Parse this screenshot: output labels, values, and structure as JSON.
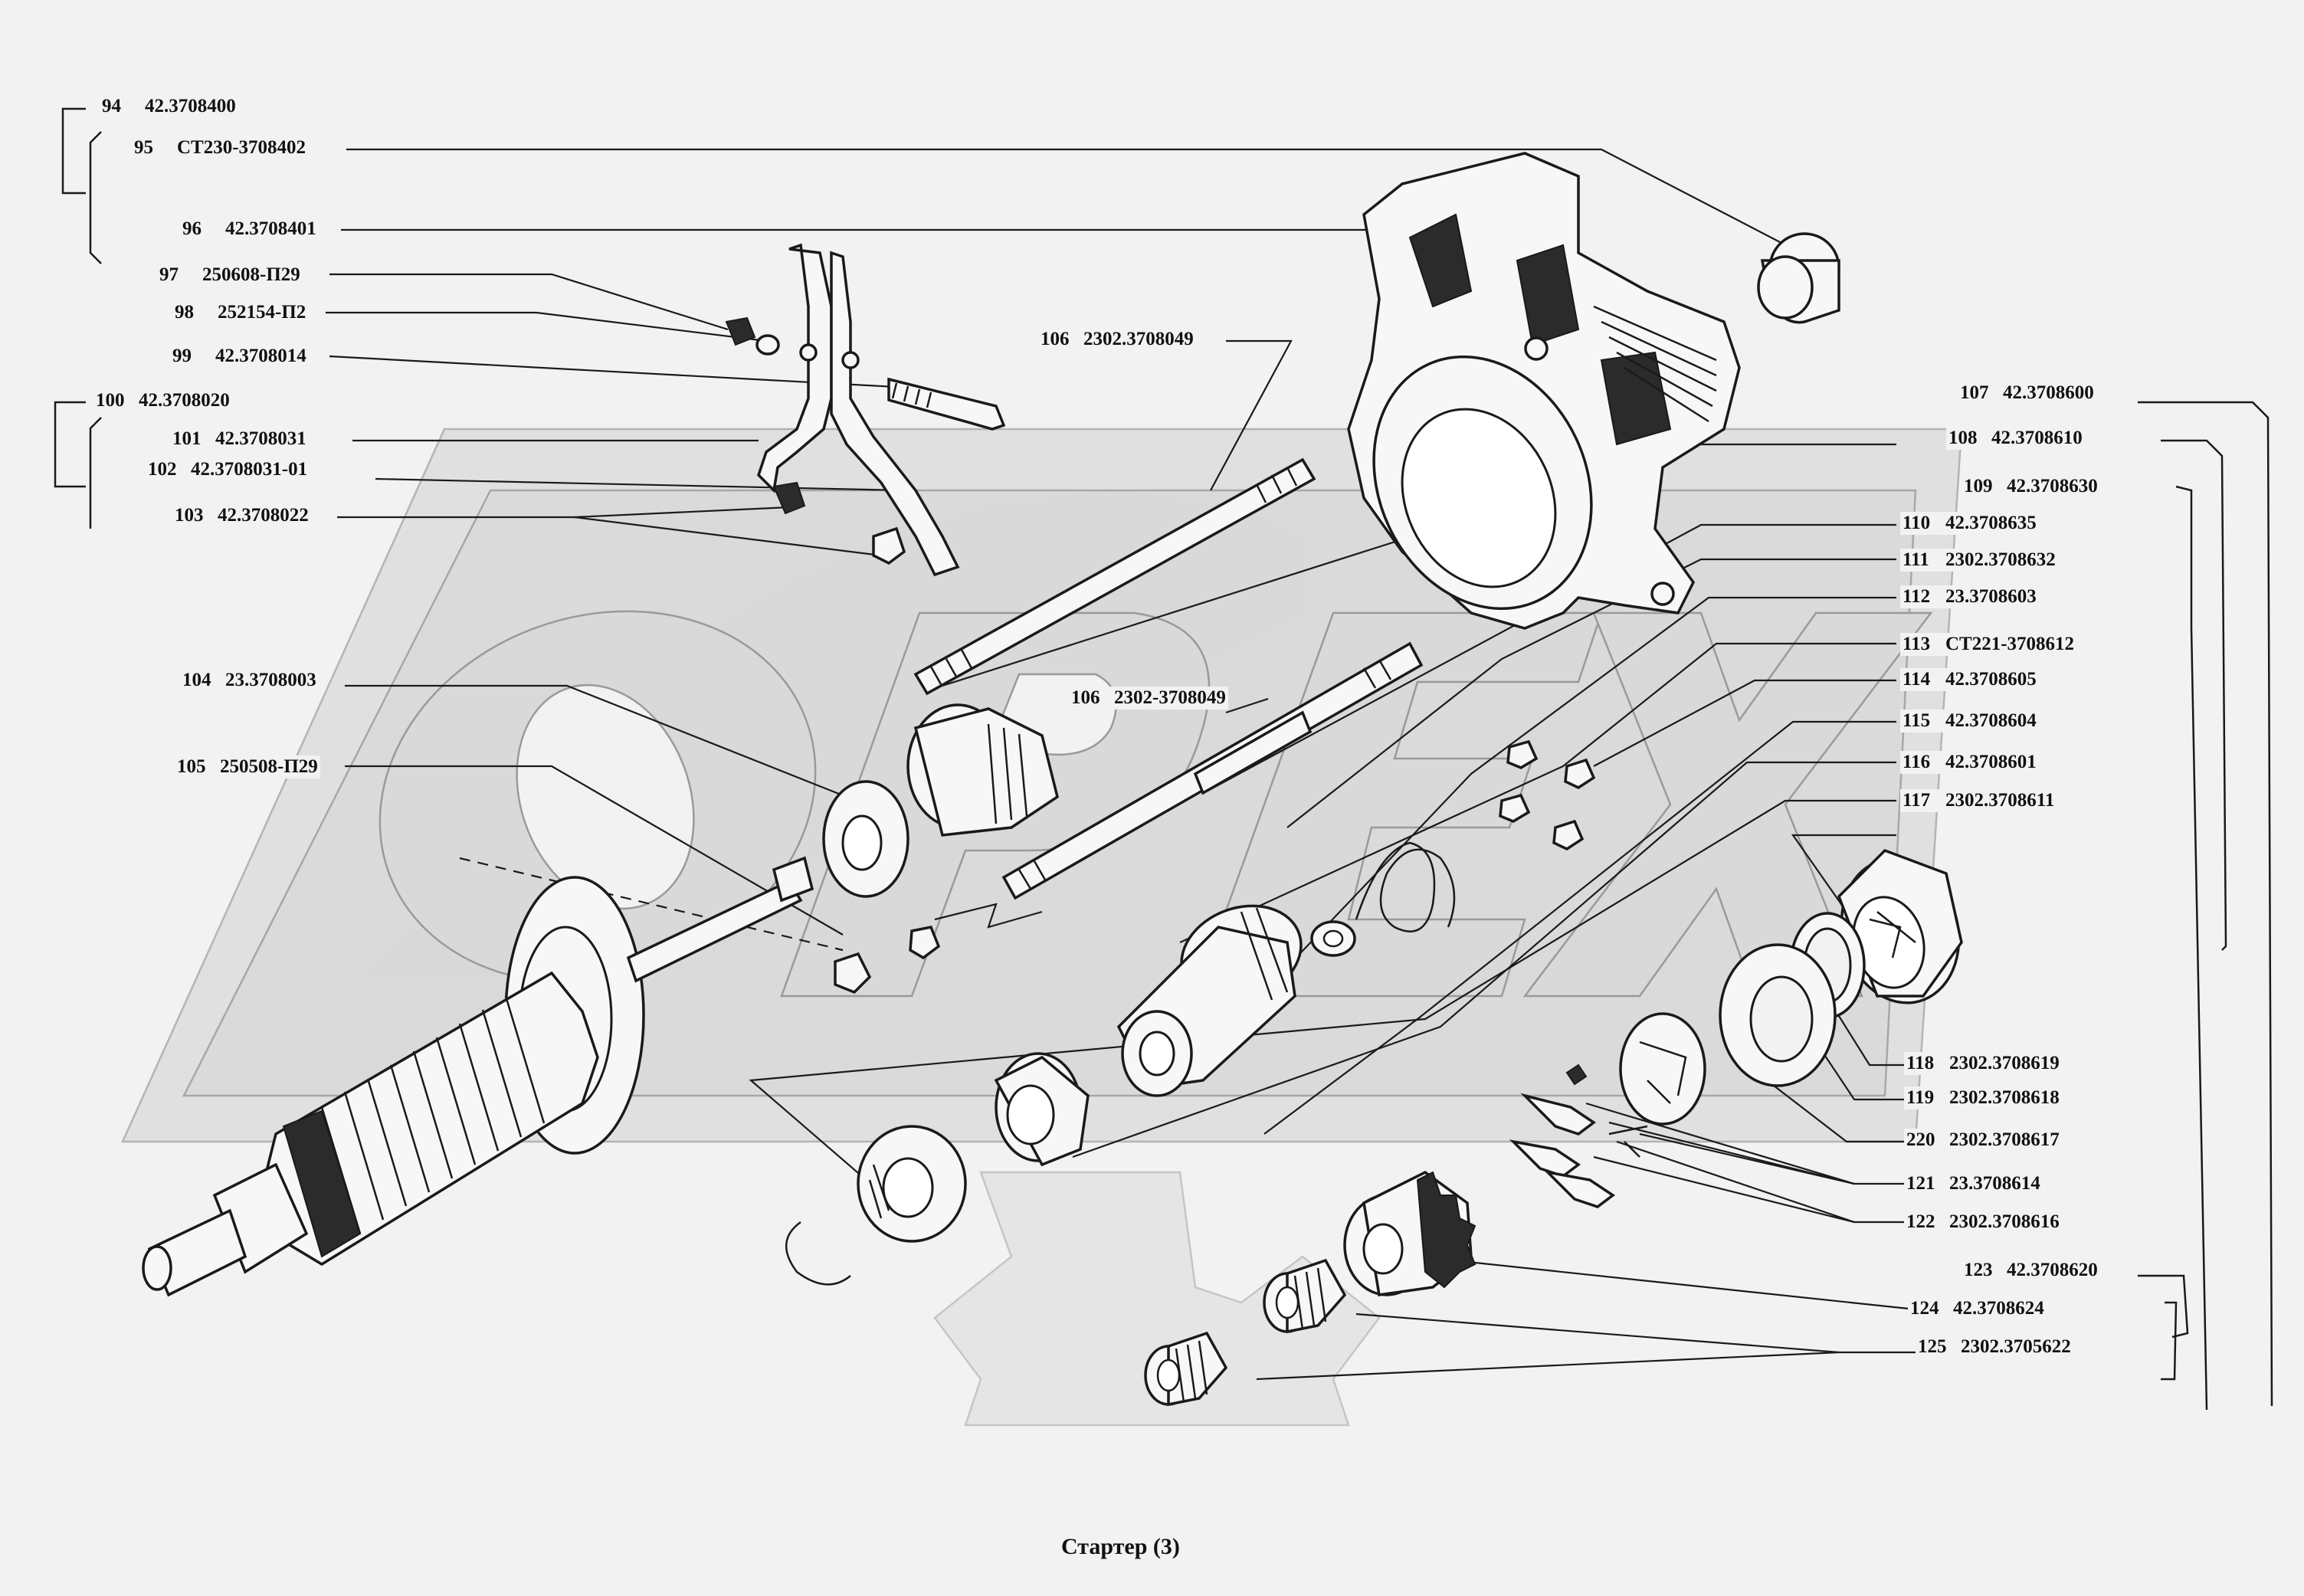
{
  "caption": "Стартер (3)",
  "labels": [
    {
      "id": "94",
      "num": "94",
      "code": "42.3708400"
    },
    {
      "id": "95",
      "num": "95",
      "code": "СТ230-3708402"
    },
    {
      "id": "96",
      "num": "96",
      "code": "42.3708401"
    },
    {
      "id": "97",
      "num": "97",
      "code": "250608-П29"
    },
    {
      "id": "98",
      "num": "98",
      "code": "252154-П2"
    },
    {
      "id": "99",
      "num": "99",
      "code": "42.3708014"
    },
    {
      "id": "100",
      "num": "100",
      "code": "42.3708020"
    },
    {
      "id": "101",
      "num": "101",
      "code": "42.3708031"
    },
    {
      "id": "102",
      "num": "102",
      "code": "42.3708031-01"
    },
    {
      "id": "103",
      "num": "103",
      "code": "42.3708022"
    },
    {
      "id": "104",
      "num": "104",
      "code": "23.3708003"
    },
    {
      "id": "105",
      "num": "105",
      "code": "250508-П29"
    },
    {
      "id": "106a",
      "num": "106",
      "code": "2302.3708049"
    },
    {
      "id": "106b",
      "num": "106",
      "code": "2302-3708049"
    },
    {
      "id": "107",
      "num": "107",
      "code": "42.3708600"
    },
    {
      "id": "108",
      "num": "108",
      "code": "42.3708610"
    },
    {
      "id": "109",
      "num": "109",
      "code": "42.3708630"
    },
    {
      "id": "110",
      "num": "110",
      "code": "42.3708635"
    },
    {
      "id": "111",
      "num": "111",
      "code": "2302.3708632"
    },
    {
      "id": "112",
      "num": "112",
      "code": "23.3708603"
    },
    {
      "id": "113",
      "num": "113",
      "code": "СТ221-3708612"
    },
    {
      "id": "114",
      "num": "114",
      "code": "42.3708605"
    },
    {
      "id": "115",
      "num": "115",
      "code": "42.3708604"
    },
    {
      "id": "116",
      "num": "116",
      "code": "42.3708601"
    },
    {
      "id": "117",
      "num": "117",
      "code": "2302.3708611"
    },
    {
      "id": "118",
      "num": "118",
      "code": "2302.3708619"
    },
    {
      "id": "119",
      "num": "119",
      "code": "2302.3708618"
    },
    {
      "id": "220",
      "num": "220",
      "code": "2302.3708617"
    },
    {
      "id": "121",
      "num": "121",
      "code": "23.3708614"
    },
    {
      "id": "122",
      "num": "122",
      "code": "2302.3708616"
    },
    {
      "id": "123",
      "num": "123",
      "code": "42.3708620"
    },
    {
      "id": "124",
      "num": "124",
      "code": "42.3708624"
    },
    {
      "id": "125",
      "num": "125",
      "code": "2302.3705622"
    }
  ]
}
